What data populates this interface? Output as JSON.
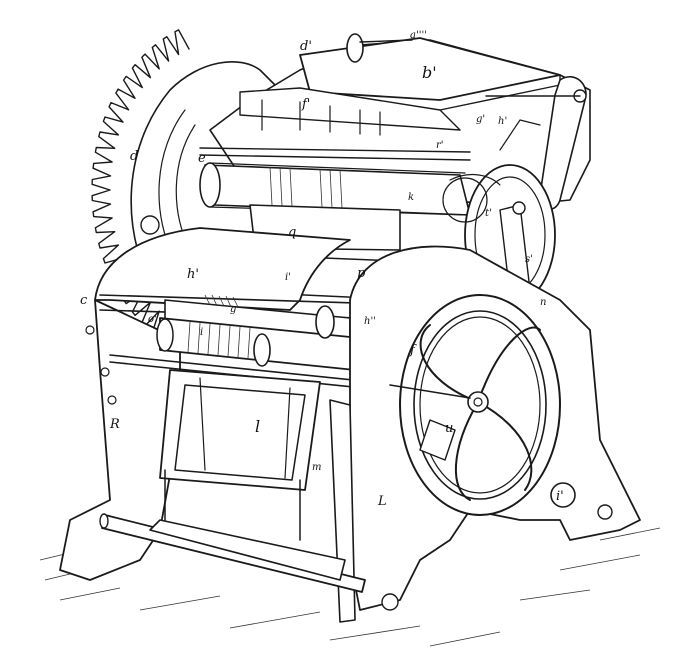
{
  "labels": {
    "a4": "a''''",
    "d1": "d'",
    "b1": "b'",
    "f1": "f'",
    "g1": "g'",
    "h1": "h'",
    "r1": "r'",
    "d": "d",
    "e": "e",
    "k": "k",
    "t1": "t'",
    "s1": "s'",
    "n": "n",
    "h2": "h'",
    "i2": "i'",
    "o1": "o'",
    "g": "g",
    "i": "i",
    "h3": "h''",
    "c": "c",
    "f": "f",
    "R": "R",
    "l": "l",
    "m": "m",
    "L": "L",
    "u": "u",
    "i3": "i'",
    "q": "q",
    "p": "p"
  }
}
